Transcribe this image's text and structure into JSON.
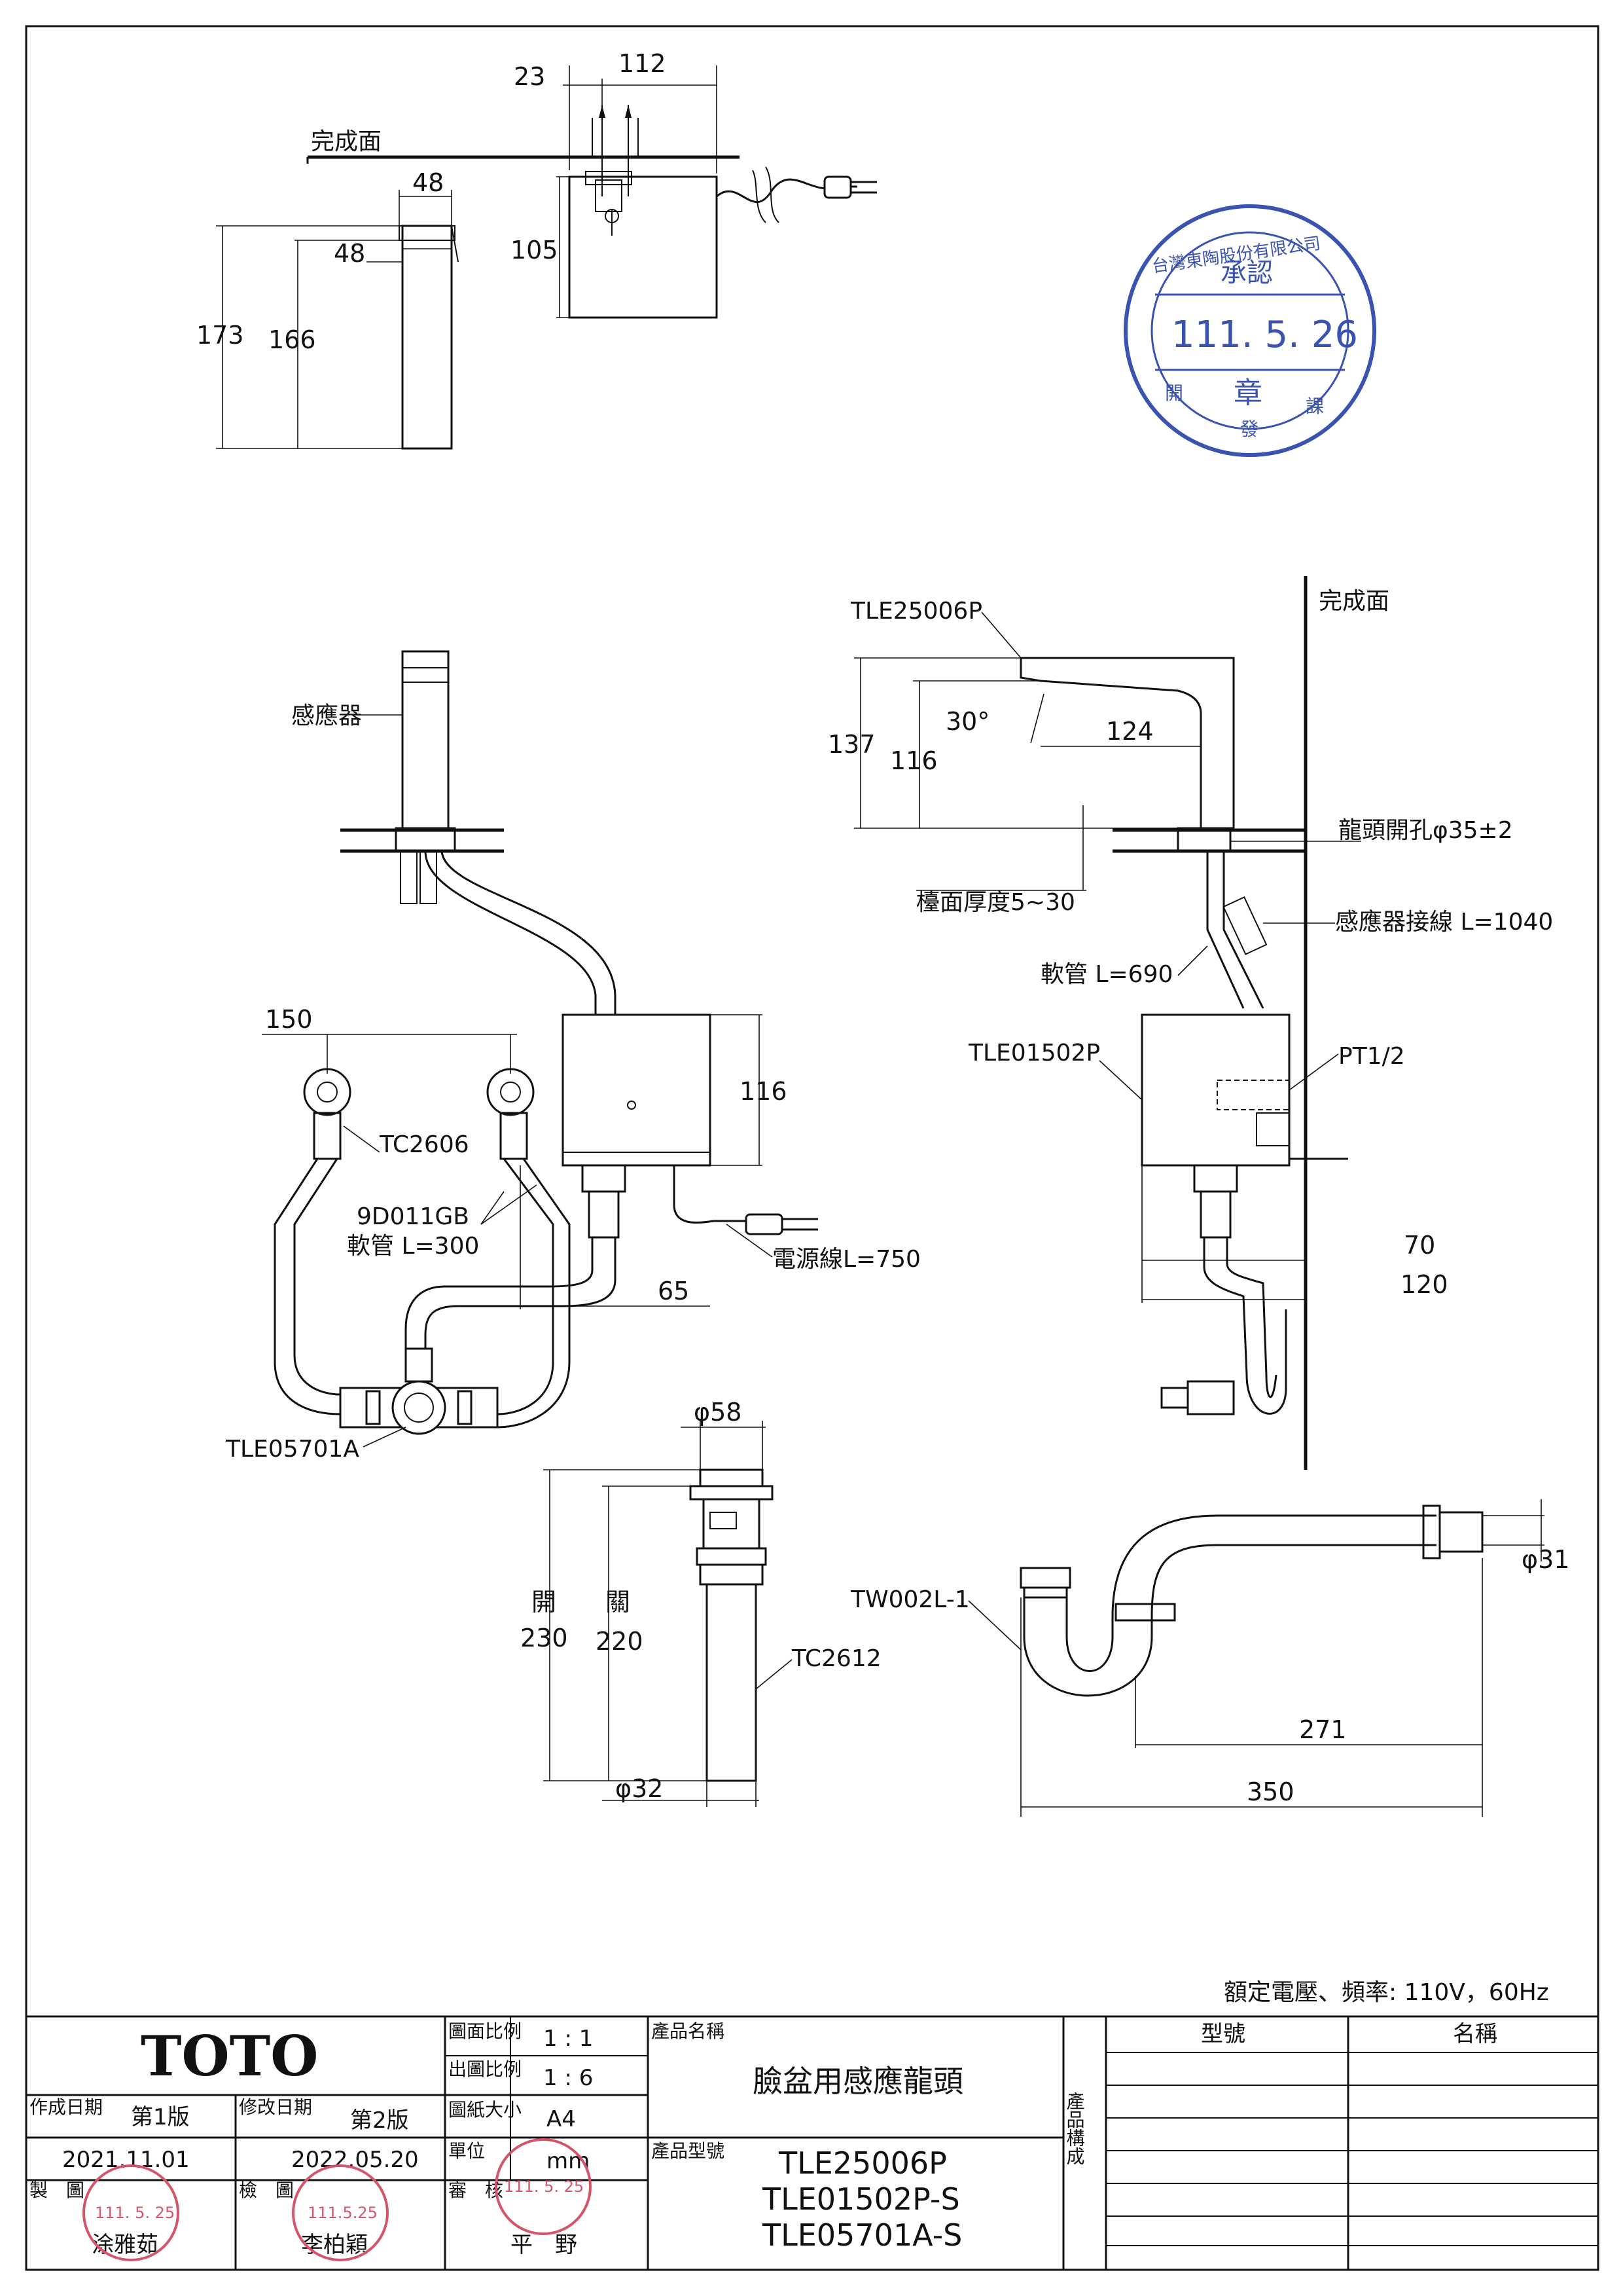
{
  "top_views": {
    "finish_surface_label": "完成面",
    "dim_23": "23",
    "dim_112": "112",
    "dim_48_top": "48",
    "dim_48_inner": "48",
    "dim_105": "105",
    "dim_173": "173",
    "dim_166": "166"
  },
  "approval_stamp": {
    "company": "台灣東陶股份有限公司",
    "word": "承認",
    "date": "111. 5. 26",
    "seal": "章",
    "dept_1": "開",
    "dept_2": "發",
    "dept_3": "課"
  },
  "front_view": {
    "sensor_label": "感應器",
    "dim_150": "150",
    "dim_116": "116",
    "tc2606": "TC2606",
    "hose_model": "9D011GB",
    "hose_length": "軟管 L=300",
    "power_cord": "電源線L=750",
    "dim_65": "65",
    "valve": "TLE05701A"
  },
  "side_view": {
    "faucet_model": "TLE25006P",
    "finish_surface_label": "完成面",
    "dim_137": "137",
    "dim_116": "116",
    "angle": "30°",
    "dim_124": "124",
    "tap_hole": "龍頭開孔φ35±2",
    "counter_thickness": "檯面厚度5~30",
    "sensor_cable": "感應器接線 L=1040",
    "flex_hose": "軟管 L=690",
    "control_box": "TLE01502P",
    "thread": "PT1/2",
    "dim_70": "70",
    "dim_120": "120"
  },
  "drain": {
    "dim_phi58": "φ58",
    "open_label": "開",
    "open_value": "230",
    "close_label": "關",
    "close_value": "220",
    "model": "TC2612",
    "dim_phi32": "φ32"
  },
  "trap": {
    "model": "TW002L-1",
    "dim_phi31": "φ31",
    "dim_271": "271",
    "dim_350": "350"
  },
  "rating": "額定電壓、頻率: 110V，60Hz",
  "title_block": {
    "brand": "TOTO",
    "drawing_scale_label": "圖面比例",
    "drawing_scale": "1 : 1",
    "output_scale_label": "出圖比例",
    "output_scale": "1 : 6",
    "paper_size_label": "圖紙大小",
    "paper_size": "A4",
    "unit_label": "單位",
    "unit": "mm",
    "created_label": "作成日期",
    "created_version": "第1版",
    "created_date": "2021.11.01",
    "revised_label": "修改日期",
    "revised_version": "第2版",
    "revised_date": "2022.05.20",
    "drawn_label": "製　圖",
    "drawn_by": "涂雅茹",
    "checked_label": "檢　圖",
    "checked_by": "李柏穎",
    "approved_label": "審　核",
    "approved_by": "平　野",
    "stamp_date_1": "111. 5. 25",
    "stamp_date_2": "111.5.25",
    "stamp_date_3": "111. 5. 25",
    "product_name_label": "產品名稱",
    "product_name": "臉盆用感應龍頭",
    "product_model_label": "產品型號",
    "product_models": [
      "TLE25006P",
      "TLE01502P-S",
      "TLE05701A-S"
    ],
    "composition_label": "產品構成",
    "col_model": "型號",
    "col_name": "名稱"
  }
}
